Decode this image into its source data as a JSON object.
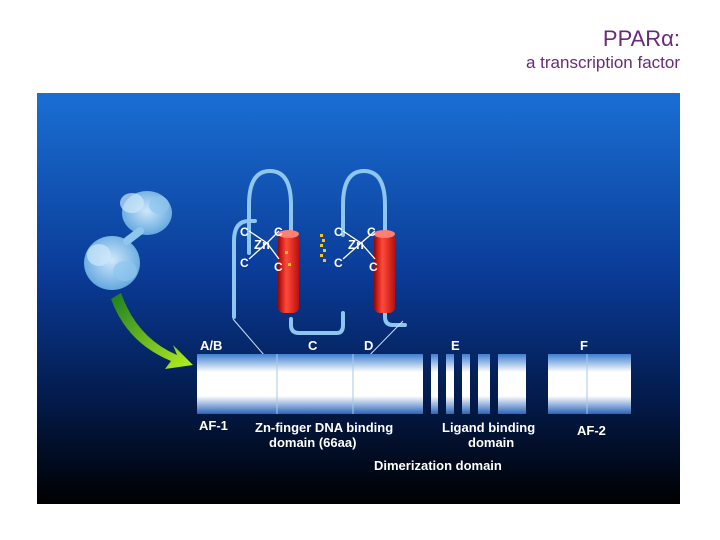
{
  "header": {
    "title": "PPARα:",
    "subtitle": "a transcription factor"
  },
  "domains": {
    "ab": "A/B",
    "c": "C",
    "d": "D",
    "e": "E",
    "f": "F"
  },
  "functions": {
    "af1": "AF-1",
    "zn_line1": "Zn-finger DNA binding",
    "zn_line2": "domain (66aa)",
    "ligand_line1": "Ligand binding",
    "ligand_line2": "domain",
    "af2": "AF-2",
    "dimerization": "Dimerization domain"
  },
  "zinc_finger": {
    "metal": "Zn",
    "residue": "C"
  },
  "colors": {
    "background_top": "#1a6fd4",
    "background_bottom": "#000000",
    "title": "#6a2a7a",
    "helix": "#e02020",
    "arrow": "#5ac81e",
    "loop": "#8ec6ee"
  }
}
